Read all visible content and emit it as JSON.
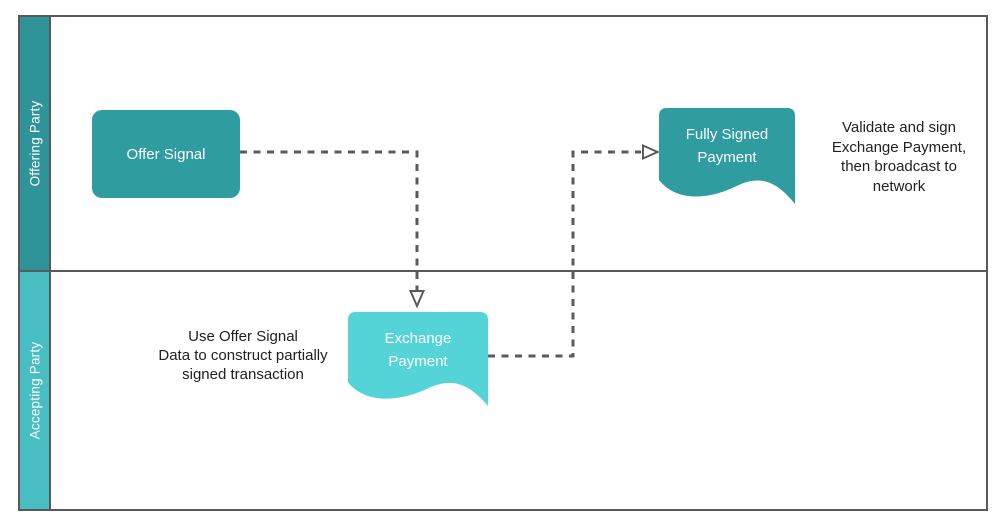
{
  "diagram": {
    "type": "swimlane-flowchart",
    "lanes": [
      {
        "label": "Offering Party"
      },
      {
        "label": "Accepting Party"
      }
    ],
    "shapes": {
      "offer_signal": {
        "label": "Offer Signal",
        "shape": "rounded-rectangle",
        "lane": "Offering Party"
      },
      "fully_signed_payment": {
        "label": "Fully Signed\nPayment",
        "shape": "document",
        "lane": "Offering Party"
      },
      "exchange_payment": {
        "label": "Exchange\nPayment",
        "shape": "document",
        "lane": "Accepting Party"
      }
    },
    "notes": {
      "accepting_note": "Use Offer Signal\nData to construct partially\nsigned transaction",
      "offering_note": "Validate and sign\nExchange Payment,\nthen broadcast to\nnetwork"
    },
    "connectors": [
      {
        "from": "offer_signal",
        "to": "exchange_payment",
        "style": "dashed",
        "arrow": "open-triangle"
      },
      {
        "from": "exchange_payment",
        "to": "fully_signed_payment",
        "style": "dashed",
        "arrow": "open-triangle"
      }
    ],
    "colors": {
      "lane1_header": "#2E949A",
      "lane2_header": "#48BDC2",
      "shape_dark_teal": "#2F9CA0",
      "shape_light_teal": "#55D4D8",
      "border_gray": "#58595B",
      "connector_gray": "#5B5B5B",
      "text_dark": "#212121",
      "text_white": "#FFFFFF"
    }
  }
}
